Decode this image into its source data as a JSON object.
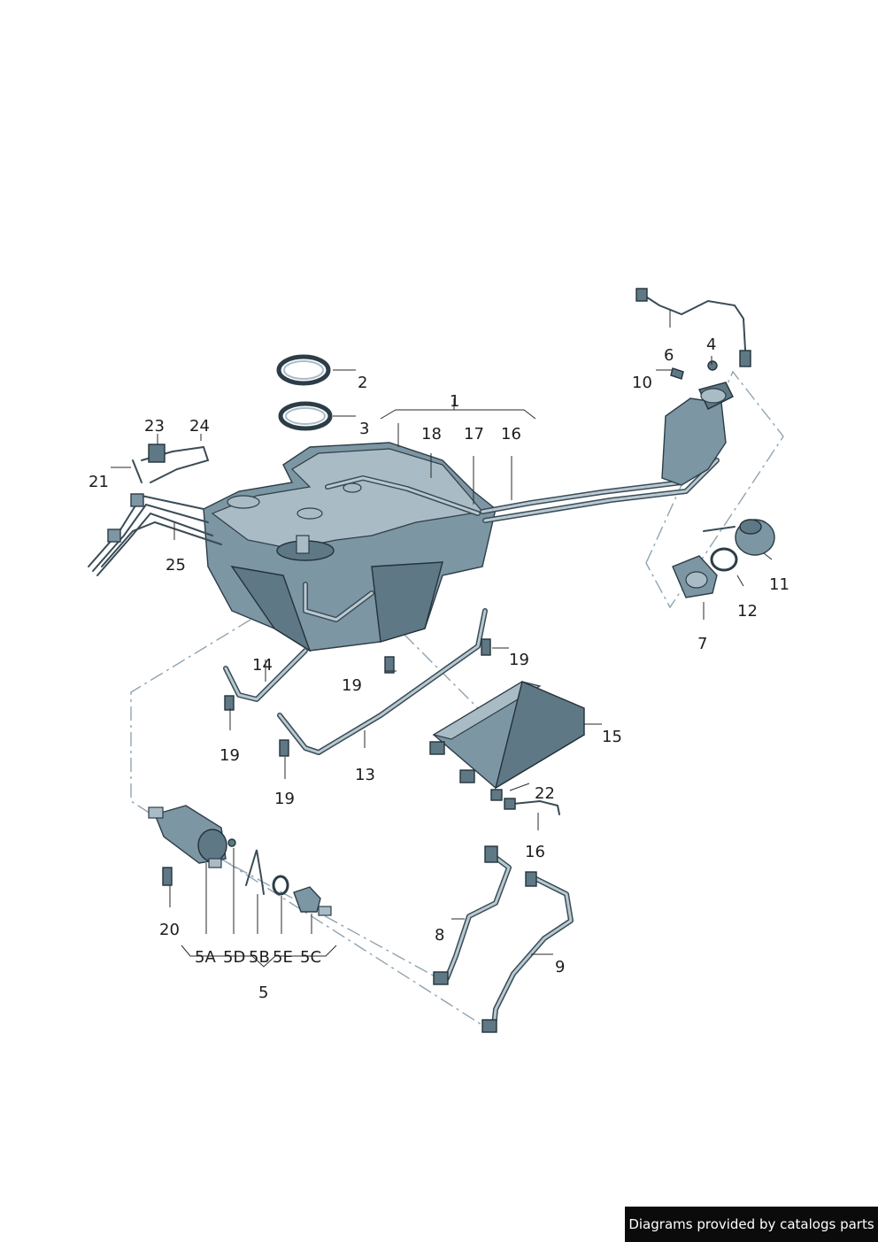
{
  "labels": {
    "l1": "1",
    "l2": "2",
    "l3": "3",
    "l4": "4",
    "l5": "5",
    "l5a": "5A",
    "l5b": "5B",
    "l5c": "5C",
    "l5d": "5D",
    "l5e": "5E",
    "l6": "6",
    "l7": "7",
    "l8": "8",
    "l9": "9",
    "l10": "10",
    "l11": "11",
    "l12": "12",
    "l13": "13",
    "l14": "14",
    "l15": "15",
    "l16a": "16",
    "l16b": "16",
    "l17": "17",
    "l18": "18",
    "l19a": "19",
    "l19b": "19",
    "l19c": "19",
    "l19d": "19",
    "l20": "20",
    "l21": "21",
    "l22": "22",
    "l23": "23",
    "l24": "24",
    "l25": "25"
  },
  "footer": {
    "credit": "Diagrams provided by catalogs parts"
  }
}
